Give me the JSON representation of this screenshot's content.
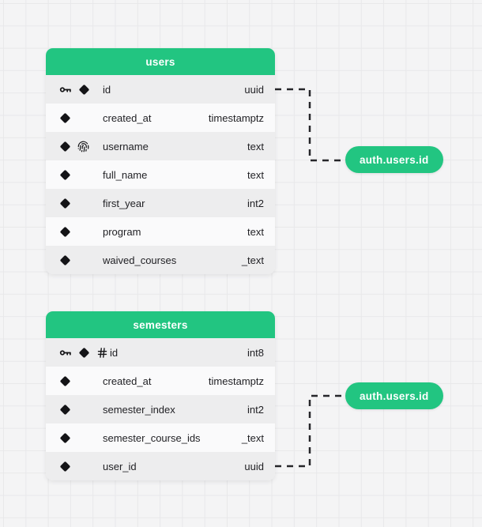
{
  "theme": {
    "accent": "#22c581",
    "canvas_bg": "#f4f4f5",
    "grid_line": "#e8e8ea",
    "row_bg": "#fafafb",
    "row_alt_bg": "#ededee",
    "text": "#1f1f23",
    "connector": "#26262a"
  },
  "tables": [
    {
      "name": "users",
      "columns": [
        {
          "name": "id",
          "type": "uuid",
          "icons": [
            "key-icon",
            "diamond-icon"
          ]
        },
        {
          "name": "created_at",
          "type": "timestamptz",
          "icons": [
            "diamond-icon"
          ]
        },
        {
          "name": "username",
          "type": "text",
          "icons": [
            "diamond-icon",
            "fingerprint-icon"
          ]
        },
        {
          "name": "full_name",
          "type": "text",
          "icons": [
            "diamond-icon"
          ]
        },
        {
          "name": "first_year",
          "type": "int2",
          "icons": [
            "diamond-icon"
          ]
        },
        {
          "name": "program",
          "type": "text",
          "icons": [
            "diamond-icon"
          ]
        },
        {
          "name": "waived_courses",
          "type": "_text",
          "icons": [
            "diamond-icon"
          ]
        }
      ]
    },
    {
      "name": "semesters",
      "columns": [
        {
          "name": "id",
          "type": "int8",
          "icons": [
            "key-icon",
            "diamond-icon",
            "hash-icon"
          ]
        },
        {
          "name": "created_at",
          "type": "timestamptz",
          "icons": [
            "diamond-icon"
          ]
        },
        {
          "name": "semester_index",
          "type": "int2",
          "icons": [
            "diamond-icon"
          ]
        },
        {
          "name": "semester_course_ids",
          "type": "_text",
          "icons": [
            "diamond-icon"
          ]
        },
        {
          "name": "user_id",
          "type": "uuid",
          "icons": [
            "diamond-icon"
          ]
        }
      ]
    }
  ],
  "references": [
    {
      "label": "auth.users.id"
    },
    {
      "label": "auth.users.id"
    }
  ]
}
